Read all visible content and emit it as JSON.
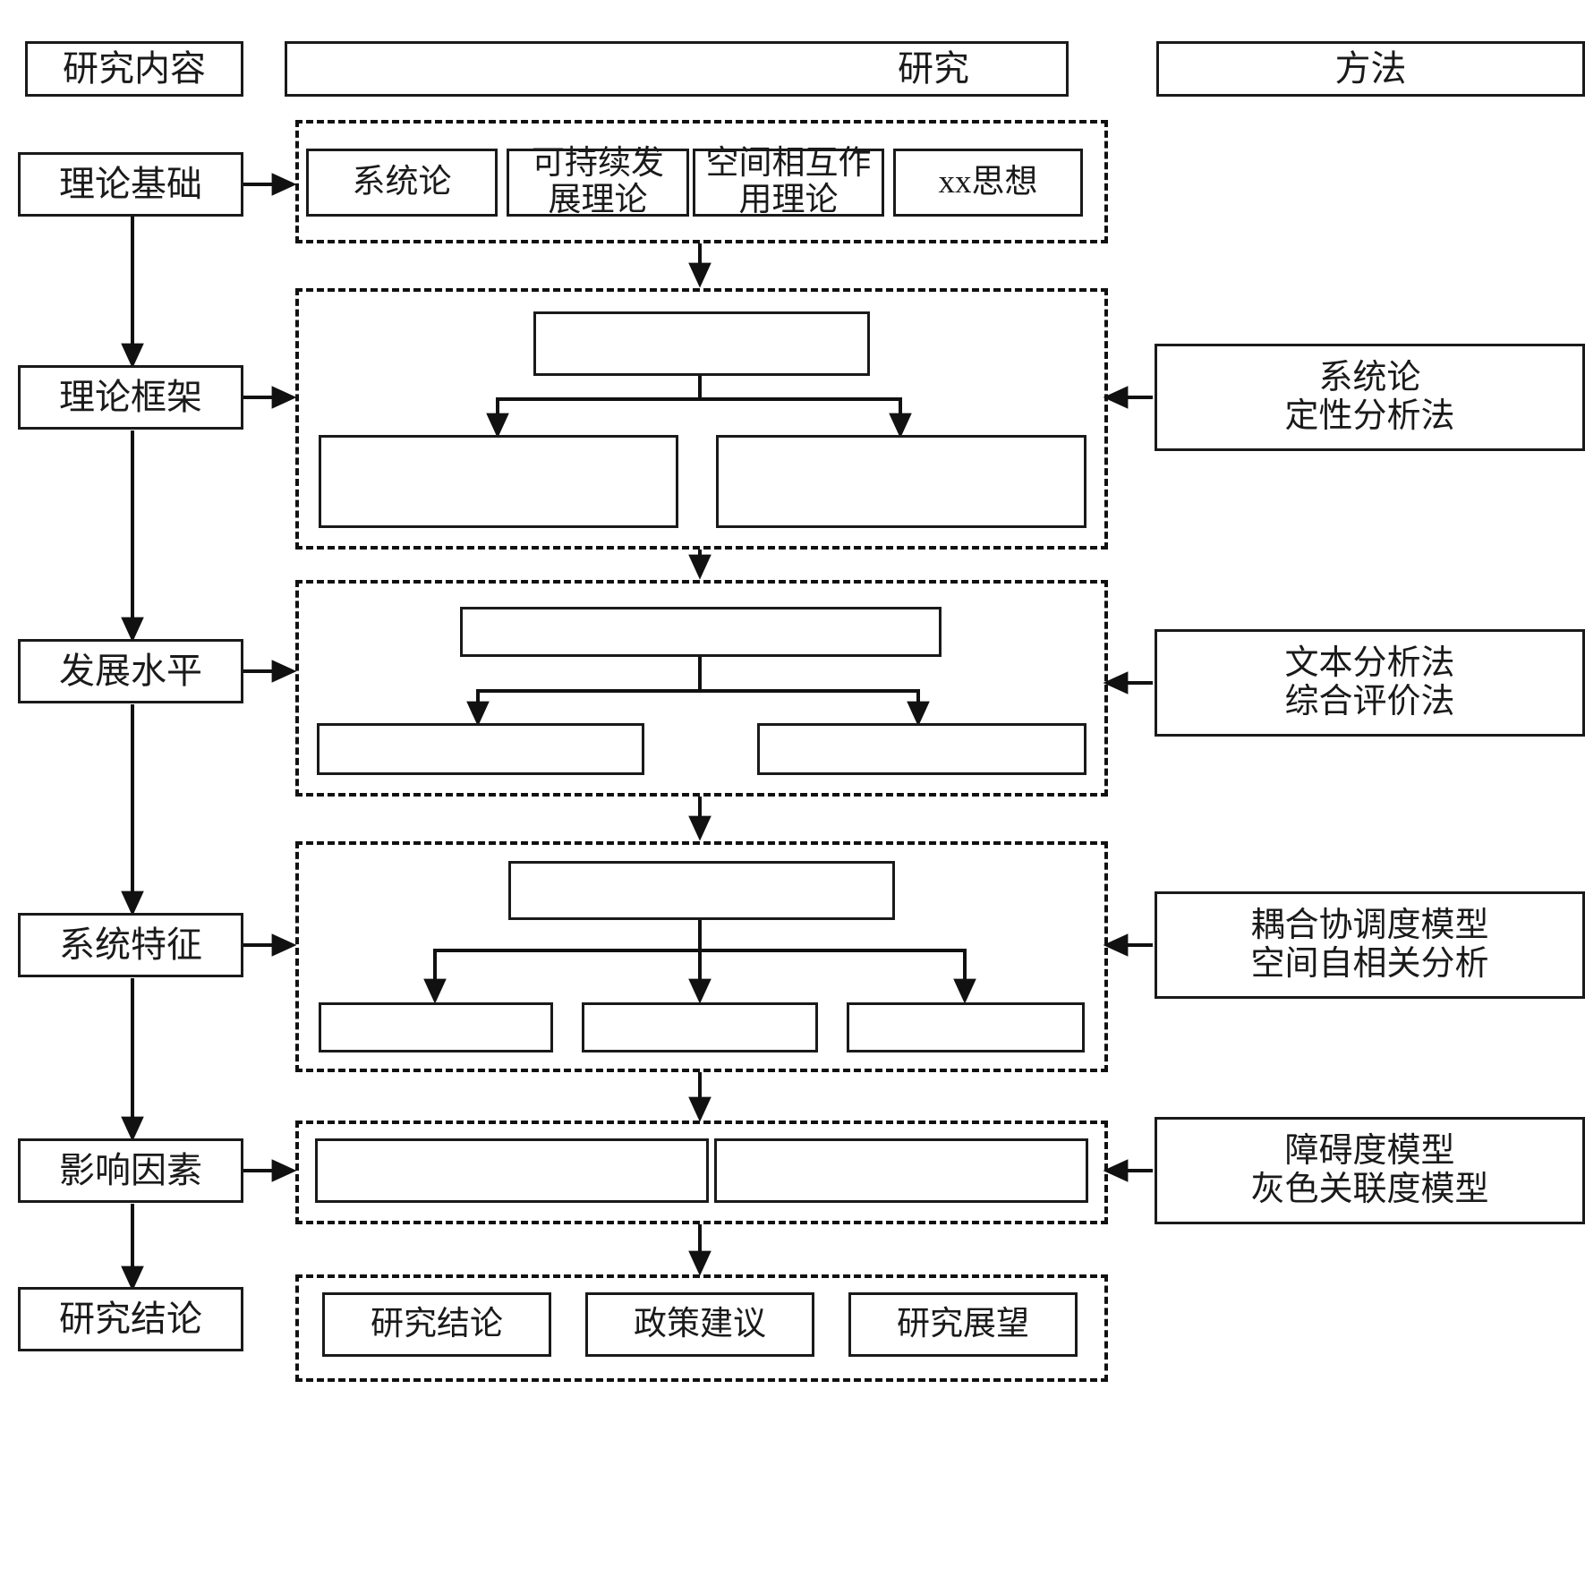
{
  "header": {
    "left_label": "研究内容",
    "middle_label": "研究",
    "right_label": "方法"
  },
  "stages": [
    {
      "label": "理论基础"
    },
    {
      "label": "理论框架"
    },
    {
      "label": "发展水平"
    },
    {
      "label": "系统特征"
    },
    {
      "label": "影响因素"
    },
    {
      "label": "研究结论"
    }
  ],
  "methods": [
    {
      "label": "系统论\n定性分析法"
    },
    {
      "label": "文本分析法\n综合评价法"
    },
    {
      "label": "耦合协调度模型\n空间自相关分析"
    },
    {
      "label": "障碍度模型\n灰色关联度模型"
    }
  ],
  "groups": {
    "theory_basis": {
      "items": [
        {
          "label": "系统论"
        },
        {
          "label": "可持续发\n展理论"
        },
        {
          "label": "空间相互作\n用理论"
        },
        {
          "label": "xx思想"
        }
      ]
    },
    "theory_framework": {
      "top": {
        "label": ""
      },
      "children": [
        {
          "label": ""
        },
        {
          "label": ""
        }
      ]
    },
    "development_level": {
      "top": {
        "label": ""
      },
      "children": [
        {
          "label": ""
        },
        {
          "label": ""
        }
      ]
    },
    "system_features": {
      "top": {
        "label": ""
      },
      "children": [
        {
          "label": ""
        },
        {
          "label": ""
        },
        {
          "label": ""
        }
      ]
    },
    "influencing_factors": {
      "items": [
        {
          "label": ""
        },
        {
          "label": ""
        }
      ]
    },
    "conclusions": {
      "items": [
        {
          "label": "研究结论"
        },
        {
          "label": "政策建议"
        },
        {
          "label": "研究展望"
        }
      ]
    }
  }
}
